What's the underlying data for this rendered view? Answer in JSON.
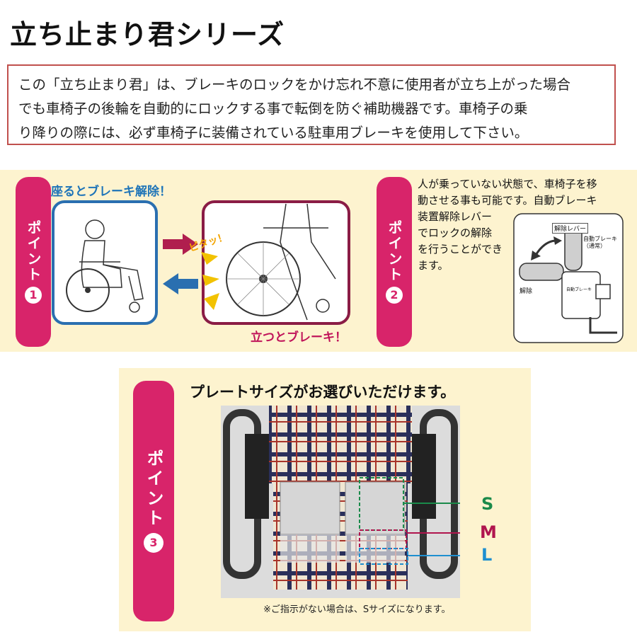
{
  "title": "立ち止まり君シリーズ",
  "notice": {
    "line1": "この「立ち止まり君」は、ブレーキのロックをかけ忘れ不意に使用者が立ち上がった場合",
    "line2": "でも車椅子の後輪を自動的にロックする事で転倒を防ぐ補助機器です。車椅子の乗",
    "line3": "り降りの際には、必ず車椅子に装備されている駐車用ブレーキを使用して下さい。"
  },
  "point1": {
    "label": "ポイント",
    "number": "1",
    "sit_caption": "座るとブレーキ解除！",
    "stand_caption": "立つとブレーキ！",
    "sound": "ピタッ！"
  },
  "point2": {
    "label": "ポイント",
    "number": "2",
    "text_lines": [
      "人が乗っていない状態で、車椅子を移",
      "動させる事も可能です。自動ブレーキ",
      "装置解除レバー",
      "でロックの解除",
      "を行うことができ",
      "ます。"
    ],
    "diagram": {
      "lever_label": "解除レバー",
      "auto_label": "自動ブレーキ",
      "auto_sub": "（通常）",
      "release_label": "解除",
      "small_label": "自動ブレーキ"
    }
  },
  "point3": {
    "label": "ポイント",
    "number": "3",
    "title": "プレートサイズがお選びいただけます。",
    "sizes": [
      {
        "name": "S",
        "color": "#1a8a4a"
      },
      {
        "name": "M",
        "color": "#b0154e"
      },
      {
        "name": "L",
        "color": "#1e8fd0"
      }
    ],
    "note": "※ご指示がない場合は、Sサイズになります。"
  },
  "colors": {
    "pink": "#d8246a",
    "blue": "#1e74b8",
    "maroon": "#8a1c45",
    "panel": "#fdf3cf",
    "notice_border": "#c0504d"
  }
}
